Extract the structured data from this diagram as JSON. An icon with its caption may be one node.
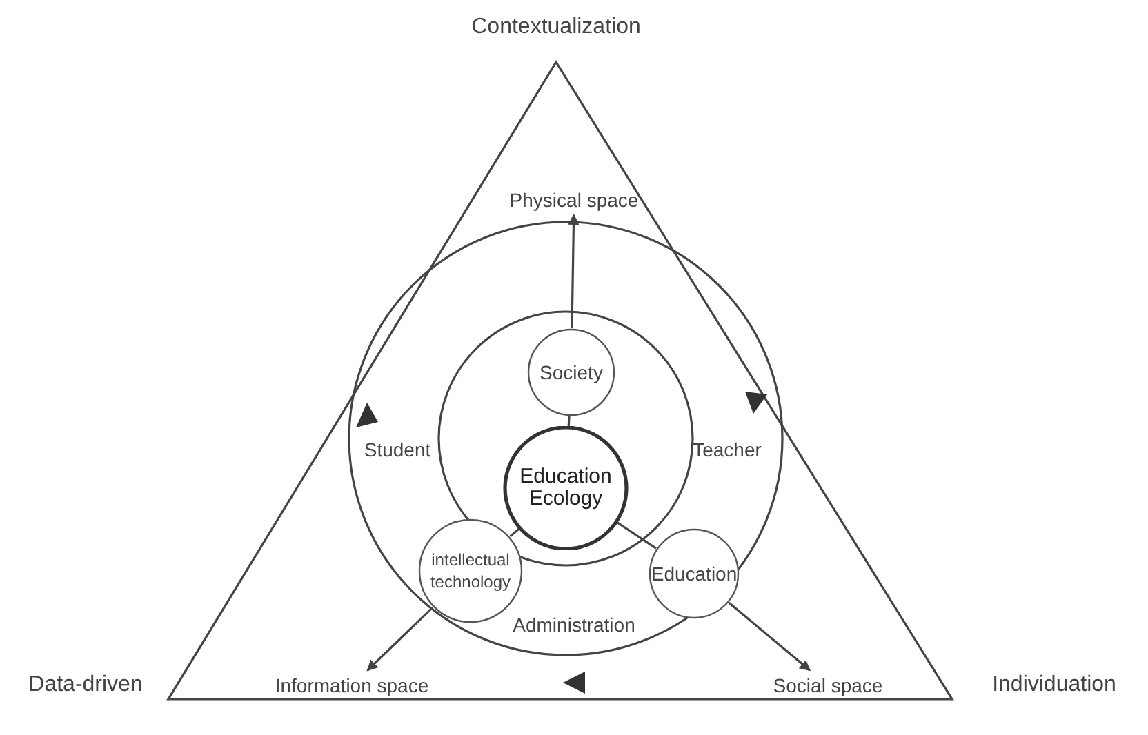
{
  "diagram": {
    "nodes": [
      {
        "text": [
          "Education Ecology"
        ]
      },
      {
        "text": [
          "Society"
        ]
      },
      {
        "text": [
          "intellectual technology"
        ]
      },
      {
        "text": [
          "Education"
        ]
      },
      {
        "text": [
          "Physical space"
        ]
      },
      {
        "text": [
          "Information space"
        ]
      },
      {
        "text": [
          "Social space"
        ]
      }
    ],
    "edges": [
      {
        "from": 0,
        "to": 1,
        "arrow": "none"
      },
      {
        "from": 0,
        "to": 2,
        "arrow": "none"
      },
      {
        "from": 0,
        "to": 3,
        "arrow": "none"
      },
      {
        "from": 1,
        "to": 4,
        "arrow": "to"
      },
      {
        "from": 2,
        "to": 5,
        "arrow": "to"
      },
      {
        "from": 3,
        "to": 6,
        "arrow": "to"
      }
    ],
    "labels": [
      "Contextualization",
      "Student",
      "Teacher",
      "Administration",
      "Data-driven",
      "Individuation"
    ]
  }
}
